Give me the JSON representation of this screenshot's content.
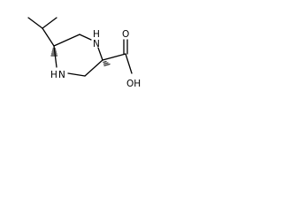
{
  "molecule": {
    "atoms": {
      "ring_nitrogen_top": "N",
      "ring_nitrogen_top_h": "H",
      "ring_nitrogen_bottom": "N",
      "ring_nitrogen_bottom_h": "H",
      "carboxyl_oxygen": "O",
      "hydroxyl": "OH"
    }
  }
}
